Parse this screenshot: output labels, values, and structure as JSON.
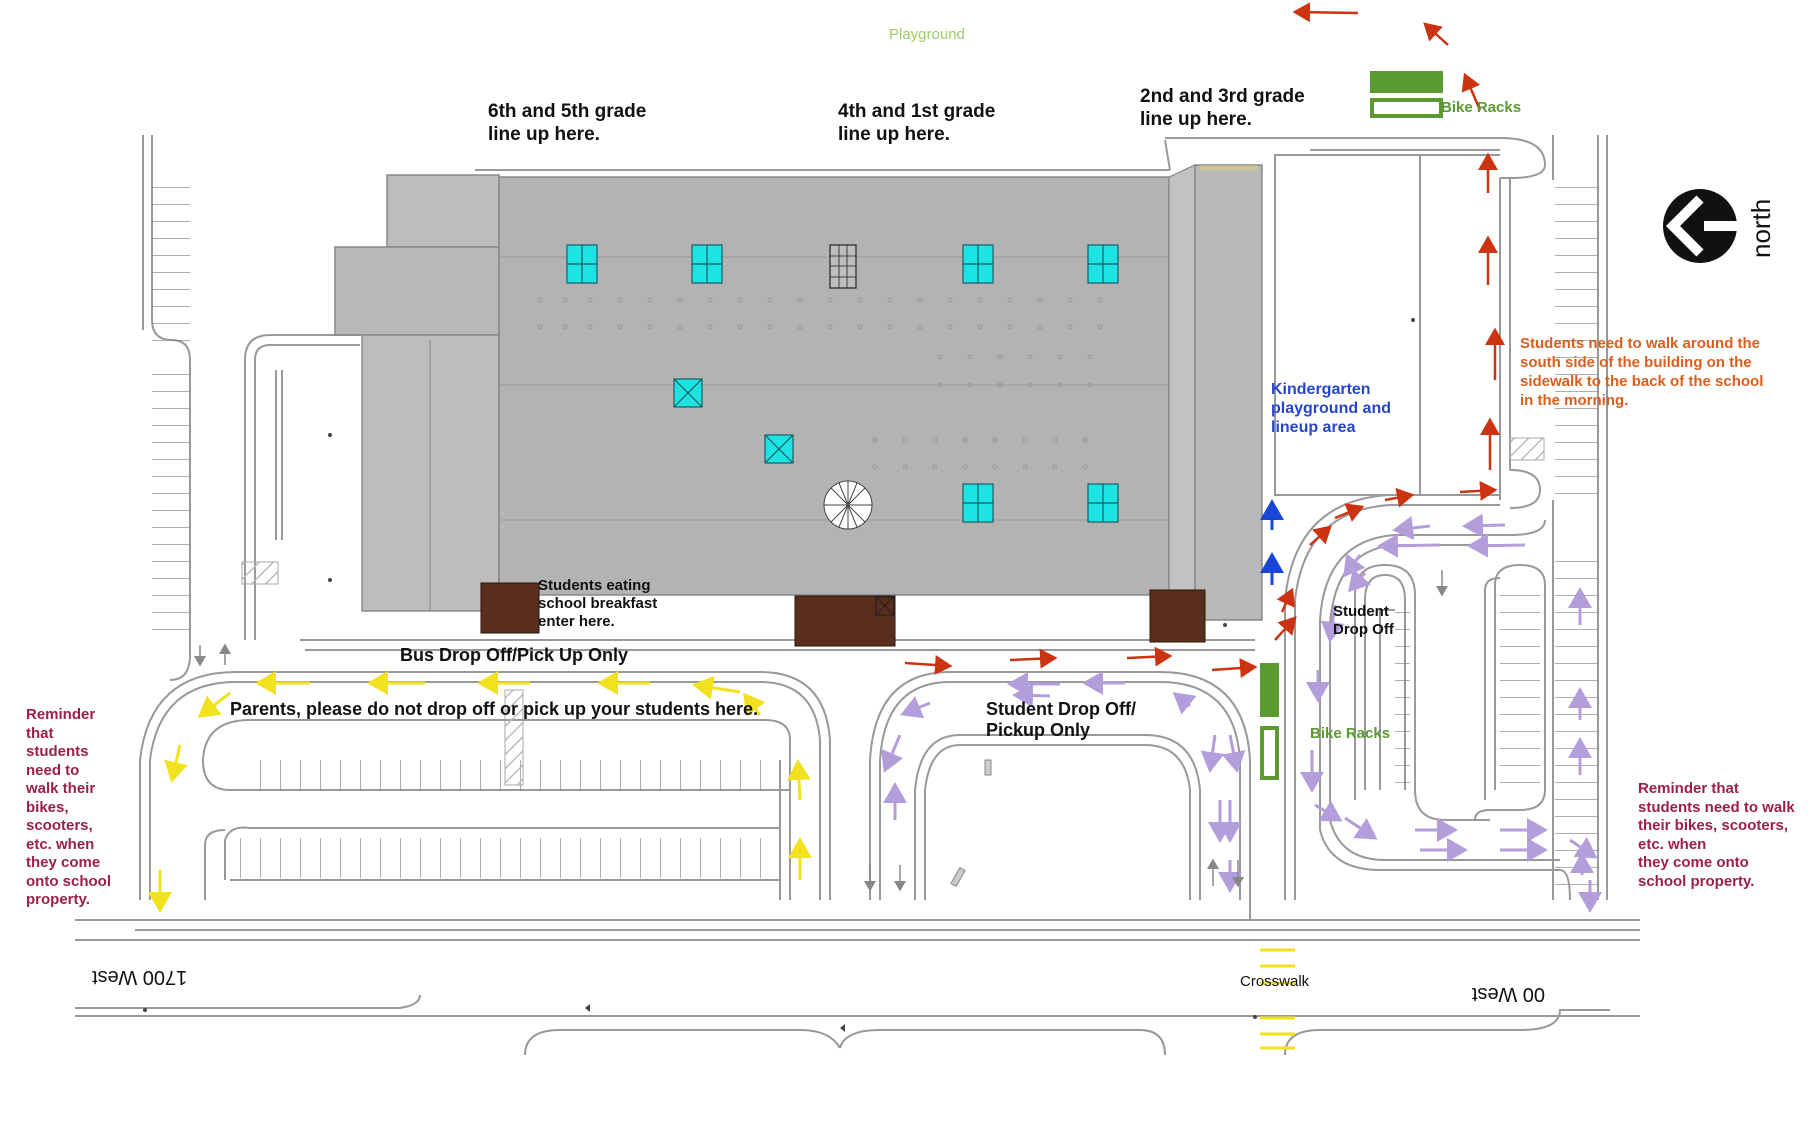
{
  "labels": {
    "playground": "Playground",
    "grade_6_5": "6th and 5th grade\nline up here.",
    "grade_4_1": "4th and 1st grade\nline up here.",
    "grade_2_3": "2nd and 3rd grade\nline up here.",
    "bike_racks_top": "Bike Racks",
    "bike_racks_mid": "Bike Racks",
    "north": "north",
    "walk_around": "Students need to walk around the\nsouth side of the building on the\nsidewalk to the back of the school\nin the morning.",
    "kindergarten": "Kindergarten\nplayground and\nlineup area",
    "breakfast": "Students eating\nschool breakfast\nenter here.",
    "bus": "Bus Drop Off/Pick Up  Only",
    "parents": "Parents, please do not drop off or pick up your students here.",
    "student_dropoff_pickup": "Student Drop Off/\nPickup Only",
    "student_dropoff": "Student\nDrop Off",
    "reminder_left": "Reminder\nthat\nstudents\nneed to\nwalk their\nbikes,\nscooters,\netc. when\nthey come\nonto school\nproperty.",
    "reminder_right": "Reminder that\nstudents need to walk\ntheir bikes, scooters,\netc. when\nthey come onto\nschool property.",
    "street_left": "1700 West",
    "street_right": "00 West",
    "crosswalk": "Crosswalk"
  },
  "colors": {
    "building": "#b3b3b3",
    "roof_light": "#c2c2c2",
    "skylight": "#1de3e3",
    "door": "#5a2e1c",
    "orange_text": "#d95f1e",
    "arrow_red": "#cc3311",
    "arrow_yellow": "#f2e21e",
    "arrow_lavender": "#b39ddb",
    "arrow_blue": "#1a46d6",
    "blue_text": "#2646c8",
    "green": "#5b9a32",
    "playground_green": "#9ccc65",
    "maroon": "#9c1f48"
  },
  "icons": {
    "north_arrow": "north-arrow-icon",
    "spiral_stair": "spiral-stair-icon"
  }
}
